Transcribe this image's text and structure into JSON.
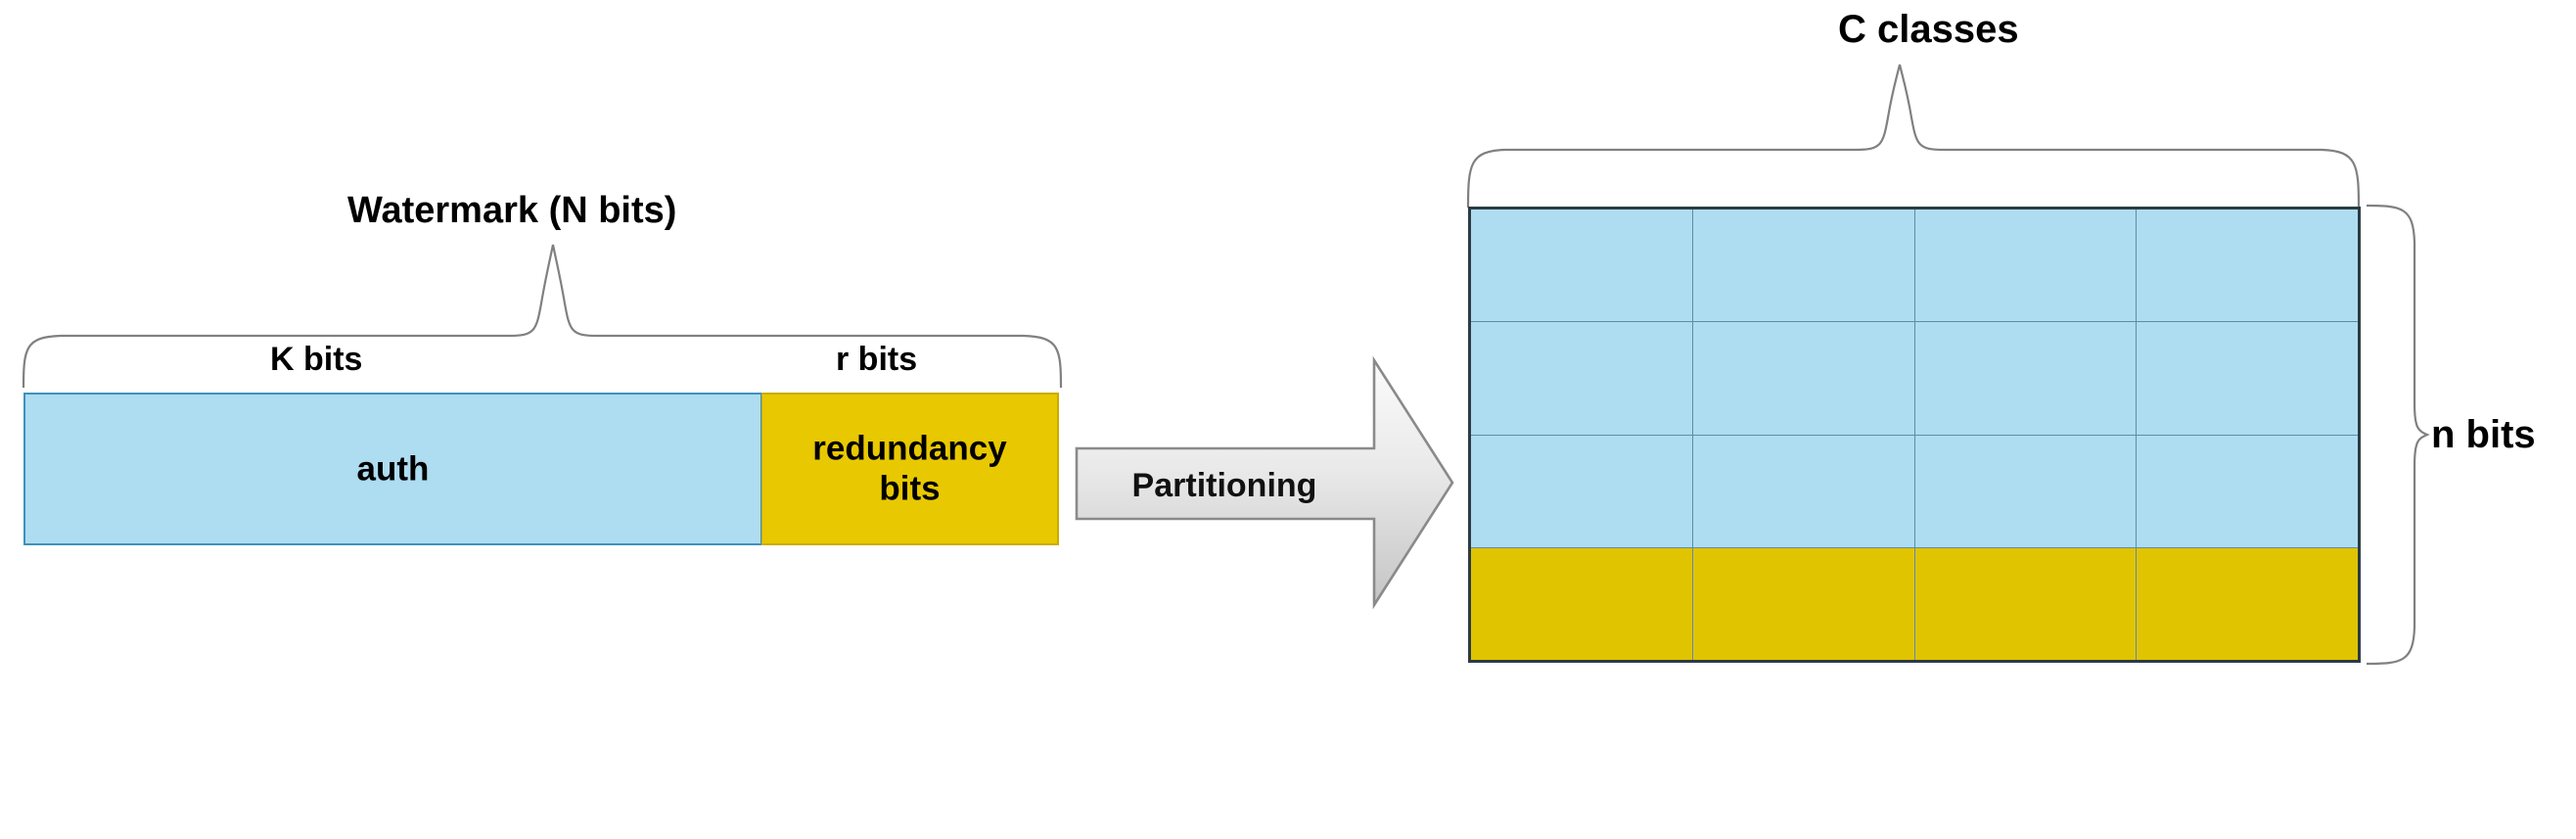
{
  "figure": {
    "type": "block-diagram",
    "description": "Watermark bit-string partitioning into a C-classes by n-bits grid"
  },
  "left_block": {
    "top_brace_label": "Watermark (N bits)",
    "segments": [
      {
        "name": "auth",
        "label": "auth",
        "bits_label": "K bits",
        "color": "#aedcf0",
        "border_color": "#3c92bd",
        "width_fraction": 0.713
      },
      {
        "name": "redundancy-bits",
        "label": "redundancy\nbits",
        "bits_label": "r bits",
        "color": "#e8c800",
        "border_color": "#c9ab00",
        "width_fraction": 0.287
      }
    ]
  },
  "transform": {
    "arrow_label": "Partitioning",
    "arrow_fill_start": "#f3f3f3",
    "arrow_fill_end": "#c9c9c9",
    "arrow_stroke": "#7a7a7a"
  },
  "right_block": {
    "top_brace_label": "C classes",
    "right_brace_label": "n bits",
    "columns": 4,
    "rows": 4,
    "border_color": "#2c3b44",
    "gridline_color": "#5f8ca5",
    "row_colors": [
      "#aedcf0",
      "#aedcf0",
      "#aedcf0",
      "#e0c400"
    ],
    "grid": [
      {
        "row_index": 0,
        "fill": "#aedcf0",
        "cells": [
          "",
          "",
          "",
          ""
        ]
      },
      {
        "row_index": 1,
        "fill": "#aedcf0",
        "cells": [
          "",
          "",
          "",
          ""
        ]
      },
      {
        "row_index": 2,
        "fill": "#aedcf0",
        "cells": [
          "",
          "",
          "",
          ""
        ]
      },
      {
        "row_index": 3,
        "fill": "#e0c400",
        "cells": [
          "",
          "",
          "",
          ""
        ]
      }
    ]
  }
}
